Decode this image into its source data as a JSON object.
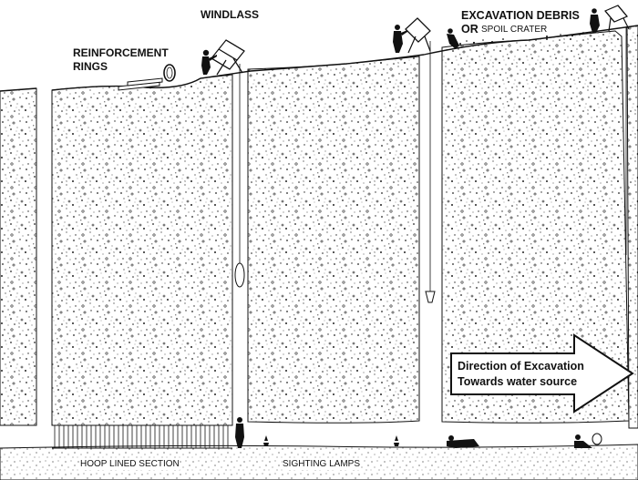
{
  "labels": {
    "windlass": "WINDLASS",
    "reinforcement_line1": "REINFORCEMENT",
    "reinforcement_line2": "RINGS",
    "excavation_line1": "EXCAVATION DEBRIS",
    "excavation_or": "OR",
    "excavation_spoil": "SPOIL CRATER",
    "hoop_lined": "HOOP LINED SECTION",
    "sighting_lamps": "SIGHTING LAMPS",
    "direction_line1": "Direction of Excavation",
    "direction_line2": "Towards water source"
  },
  "colors": {
    "ink": "#111111",
    "paper": "#ffffff",
    "speckle": "#2a2a2a"
  },
  "icons": [
    "windlass-icon",
    "worker-icon",
    "reinforcement-ring-icon",
    "sighting-lamp-icon",
    "bucket-icon"
  ]
}
